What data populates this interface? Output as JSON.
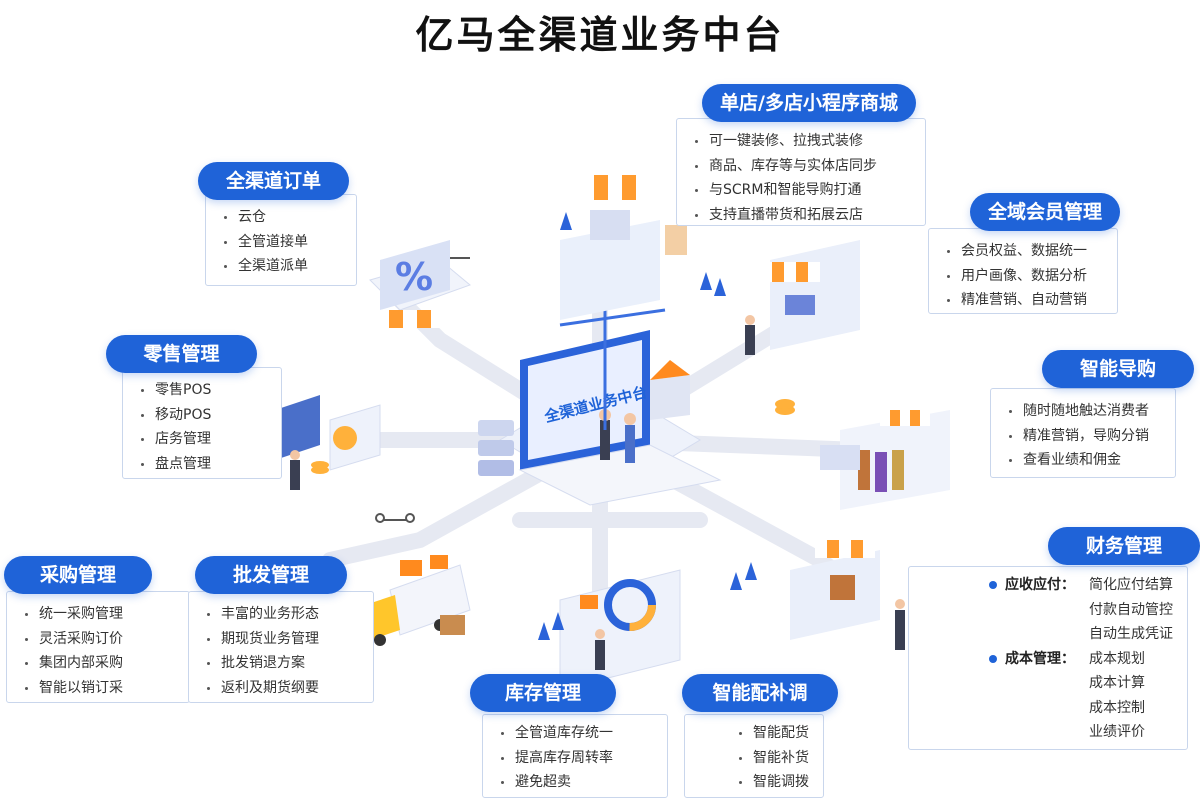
{
  "title": "亿马全渠道业务中台",
  "center_screen_text": "全渠道业务中台",
  "colors": {
    "brand": "#1f63d8",
    "border": "#c9d6ec",
    "accent": "#ff8a1e"
  },
  "modules": {
    "mini_program": {
      "label": "单店/多店小程序商城",
      "items": [
        "可一键装修、拉拽式装修",
        "商品、库存等与实体店同步",
        "与SCRM和智能导购打通",
        "支持直播带货和拓展云店"
      ]
    },
    "omni_order": {
      "label": "全渠道订单",
      "items": [
        "云仓",
        "全管道接单",
        "全渠道派单"
      ]
    },
    "member": {
      "label": "全域会员管理",
      "items": [
        "会员权益、数据统一",
        "用户画像、数据分析",
        "精准营销、自动营销"
      ]
    },
    "retail": {
      "label": "零售管理",
      "items": [
        "零售POS",
        "移动POS",
        "店务管理",
        "盘点管理"
      ]
    },
    "smart_guide": {
      "label": "智能导购",
      "items": [
        "随时随地触达消费者",
        "精准营销，导购分销",
        "查看业绩和佣金"
      ]
    },
    "finance": {
      "label": "财务管理",
      "sections": [
        {
          "heading": "应收应付：",
          "items": [
            "简化应付结算",
            "付款自动管控",
            "自动生成凭证"
          ]
        },
        {
          "heading": "成本管理：",
          "items": [
            "成本规划",
            "成本计算",
            "成本控制",
            "业绩评价"
          ]
        }
      ]
    },
    "purchase": {
      "label": "采购管理",
      "items": [
        "统一采购管理",
        "灵活采购订价",
        "集团内部采购",
        "智能以销订采"
      ]
    },
    "wholesale": {
      "label": "批发管理",
      "items": [
        "丰富的业务形态",
        "期现货业务管理",
        "批发销退方案",
        "返利及期货纲要"
      ]
    },
    "inventory": {
      "label": "库存管理",
      "items": [
        "全管道库存统一",
        "提高库存周转率",
        "避免超卖"
      ]
    },
    "replenish": {
      "label": "智能配补调",
      "items": [
        "智能配货",
        "智能补货",
        "智能调拨"
      ]
    }
  }
}
